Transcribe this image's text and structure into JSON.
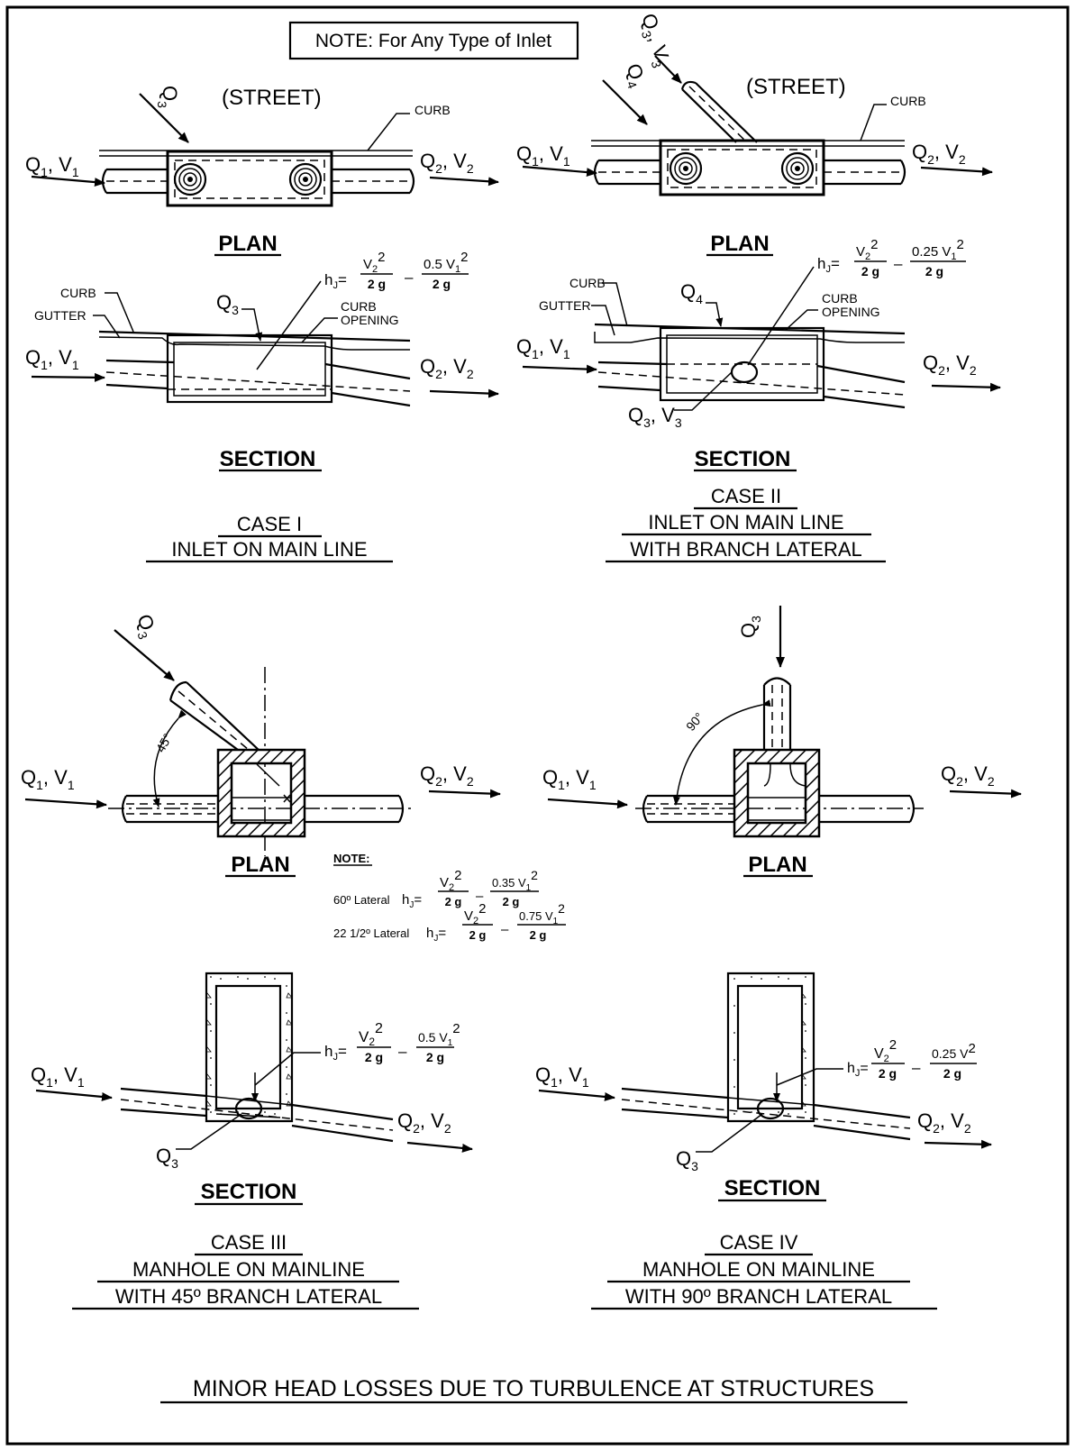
{
  "top_note": "NOTE: For Any Type of Inlet",
  "labels": {
    "street": "(STREET)",
    "curb": "CURB",
    "gutter": "GUTTER",
    "curb_opening_1": "CURB",
    "curb_opening_2": "OPENING",
    "plan": "PLAN",
    "section": "SECTION",
    "angle_45": "45°",
    "angle_90": "90°"
  },
  "flow": {
    "q": "Q",
    "v": "V",
    "comma": ",",
    "sub1": "1",
    "sub2": "2",
    "sub3": "3",
    "sub4": "4"
  },
  "formula": {
    "hj": "h",
    "j": "J",
    "eq": "=",
    "minus": "–",
    "v": "V",
    "sq": "2",
    "one": "1",
    "two": "2",
    "den": "2 g"
  },
  "cases": {
    "case1": {
      "line1": "CASE I",
      "line2": "INLET ON MAIN LINE",
      "coef": "0.5"
    },
    "case2": {
      "line1": "CASE II",
      "line2": "INLET ON MAIN LINE",
      "line3": "WITH BRANCH LATERAL",
      "coef": "0.25"
    },
    "case3": {
      "line1": "CASE III",
      "line2": "MANHOLE ON MAINLINE",
      "line3": "WITH 45º BRANCH LATERAL",
      "coef": "0.5"
    },
    "case4": {
      "line1": "CASE IV",
      "line2": "MANHOLE ON MAINLINE",
      "line3": "WITH 90º BRANCH LATERAL",
      "coef": "0.25"
    }
  },
  "lateral_note": {
    "title": "NOTE:",
    "row1_label": "60º Lateral",
    "row1_coef": "0.35",
    "row2_label": "22 1/2º Lateral",
    "row2_coef": "0.75"
  },
  "footer_title": "MINOR HEAD LOSSES DUE TO TURBULENCE AT STRUCTURES"
}
